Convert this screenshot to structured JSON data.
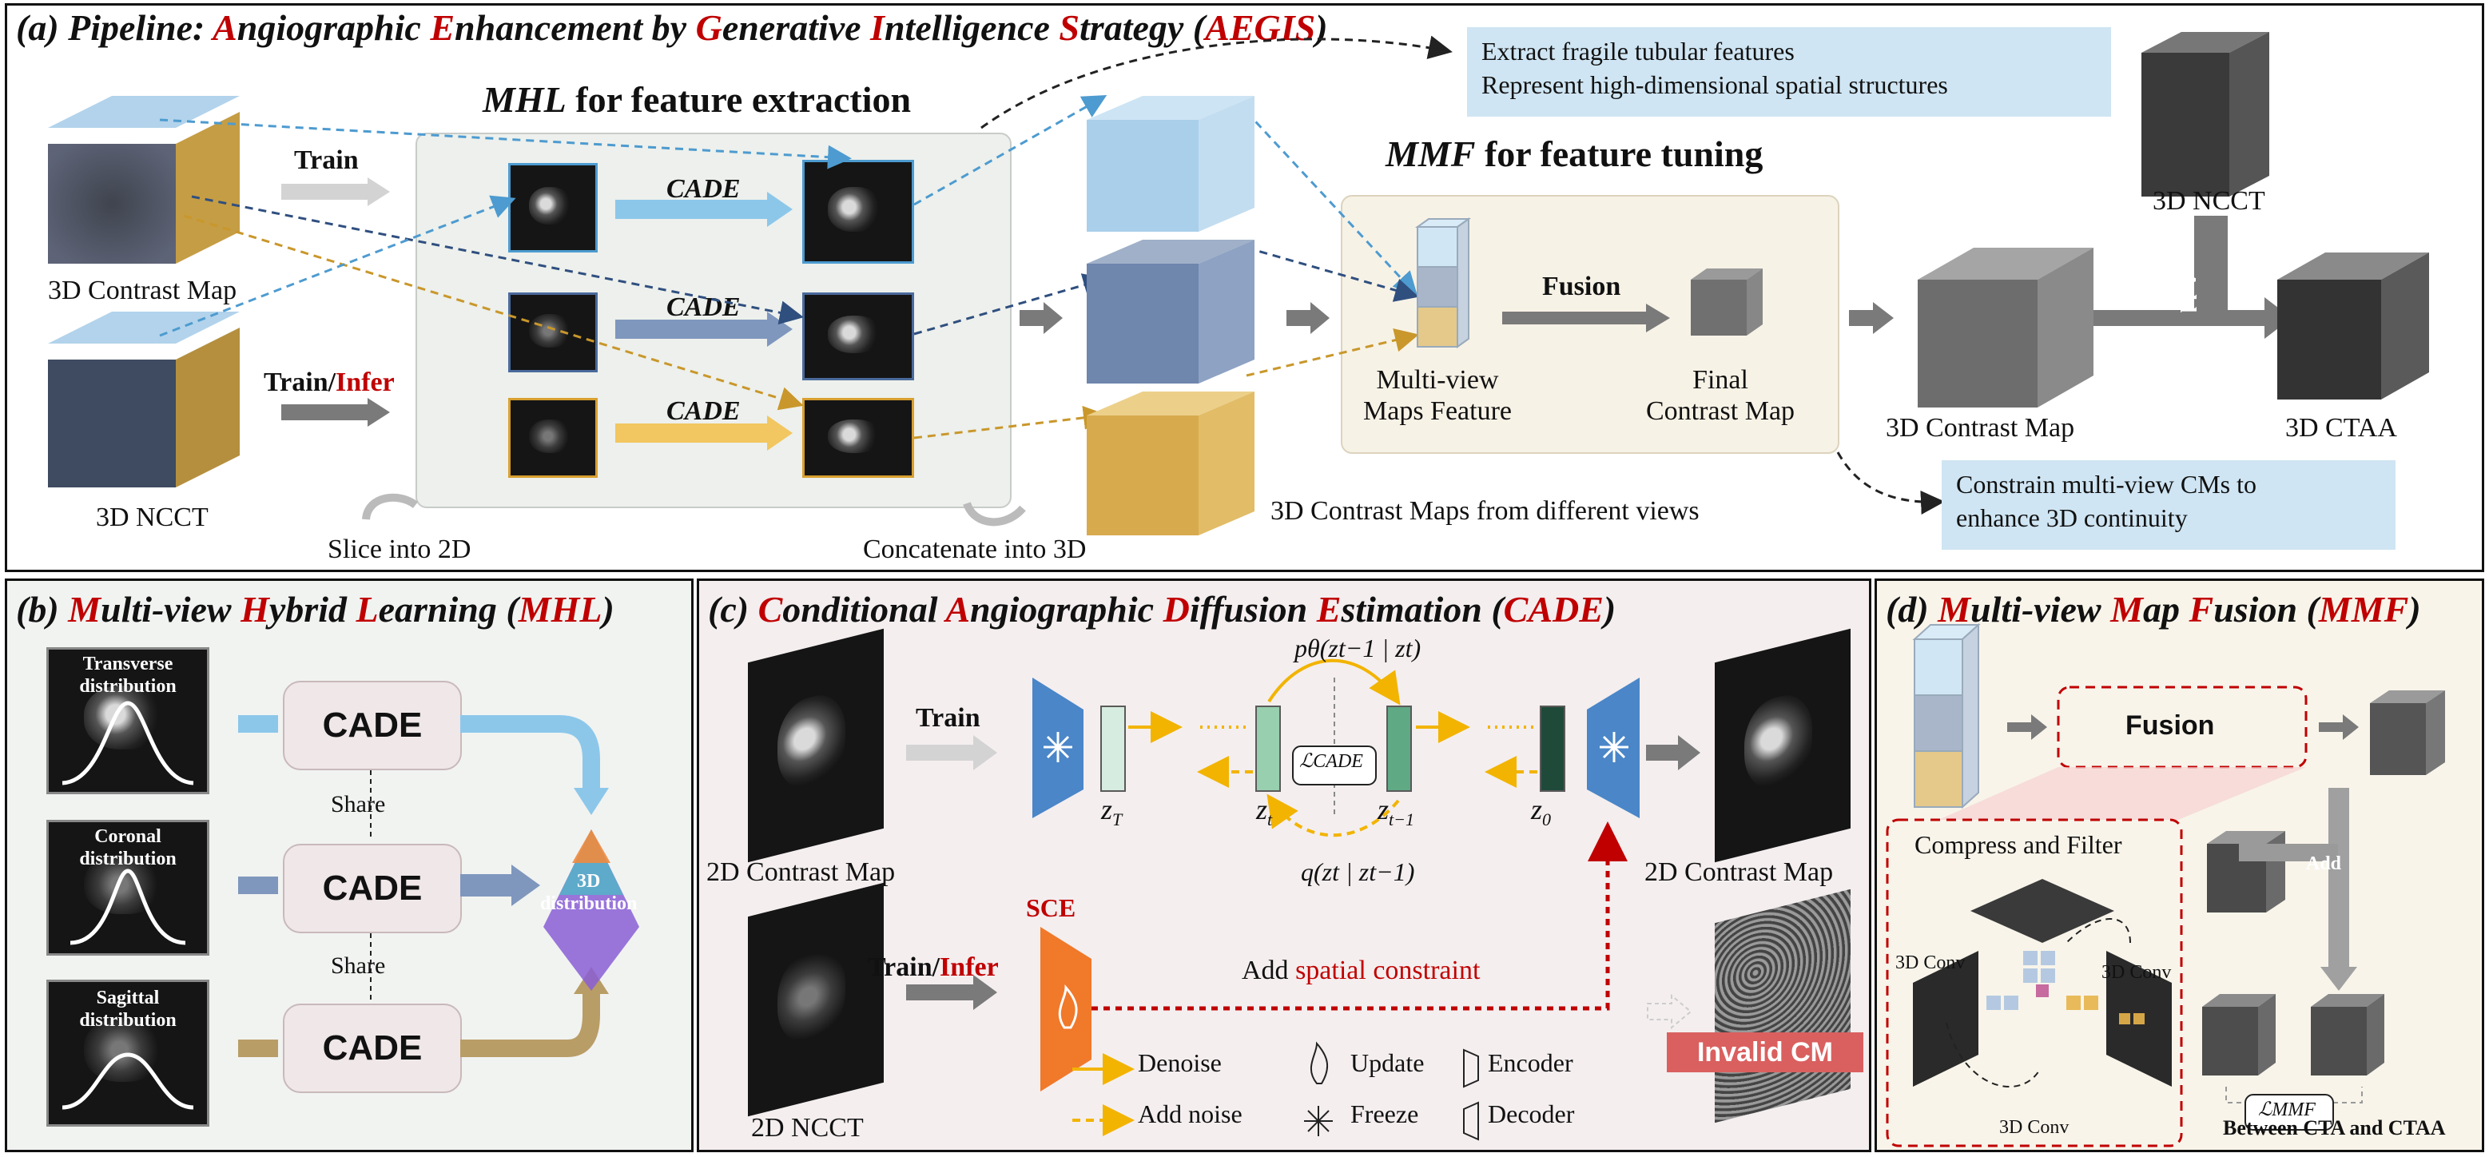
{
  "panel_a": {
    "title_prefix": "(a) Pipeline: ",
    "title_parts": [
      {
        "text": "A",
        "red": true
      },
      {
        "text": "ngiographic ",
        "red": false
      },
      {
        "text": "E",
        "red": true
      },
      {
        "text": "nhancement by ",
        "red": false
      },
      {
        "text": "G",
        "red": true
      },
      {
        "text": "enerative ",
        "red": false
      },
      {
        "text": "I",
        "red": true
      },
      {
        "text": "ntelligence ",
        "red": false
      },
      {
        "text": "S",
        "red": true
      },
      {
        "text": "trategy (",
        "red": false
      },
      {
        "text": "AEGIS",
        "red": true
      },
      {
        "text": ")",
        "red": false
      }
    ],
    "mhl_heading_abbr": "MHL",
    "mhl_heading_rest": " for feature extraction",
    "mmf_heading_abbr": "MMF",
    "mmf_heading_rest": " for feature tuning",
    "train": "Train",
    "train_infer_train": "Train/",
    "train_infer_infer": "Infer",
    "contrast_map_3d": "3D Contrast Map",
    "ncct_3d": "3D NCCT",
    "cade": "CADE",
    "slice_into_2d": "Slice into 2D",
    "concatenate_into_3d": "Concatenate into 3D",
    "maps_from_views": "3D Contrast Maps from different views",
    "fusion": "Fusion",
    "multiview_feature": "Multi-view\nMaps Feature",
    "final_contrast_map": "Final\nContrast Map",
    "contrast_map_3d_right": "3D Contrast Map",
    "ncct_3d_top": "3D NCCT",
    "ctaa_3d": "3D CTAA",
    "add": "Add",
    "callout_top": [
      "Extract fragile tubular features",
      "Represent high-dimensional spatial structures"
    ],
    "callout_bottom": [
      "Constrain multi-view CMs to",
      "enhance 3D continuity"
    ]
  },
  "panel_b": {
    "title": [
      {
        "text": "(b) ",
        "red": false
      },
      {
        "text": "M",
        "red": true
      },
      {
        "text": "ulti-view ",
        "red": false
      },
      {
        "text": "H",
        "red": true
      },
      {
        "text": "ybrid ",
        "red": false
      },
      {
        "text": "L",
        "red": true
      },
      {
        "text": "earning (",
        "red": false
      },
      {
        "text": "MHL",
        "red": true
      },
      {
        "text": ")",
        "red": false
      }
    ],
    "distributions": [
      "Transverse\ndistribution",
      "Coronal\ndistribution",
      "Sagittal\ndistribution"
    ],
    "cade": "CADE",
    "share": "Share",
    "dist3d": "3D\ndistribution"
  },
  "panel_c": {
    "title": [
      {
        "text": "(c) ",
        "red": false
      },
      {
        "text": "C",
        "red": true
      },
      {
        "text": "onditional ",
        "red": false
      },
      {
        "text": "A",
        "red": true
      },
      {
        "text": "ngiographic ",
        "red": false
      },
      {
        "text": "D",
        "red": true
      },
      {
        "text": "iffusion ",
        "red": false
      },
      {
        "text": "E",
        "red": true
      },
      {
        "text": "stimation (",
        "red": false
      },
      {
        "text": "CADE",
        "red": true
      },
      {
        "text": ")",
        "red": false
      }
    ],
    "train": "Train",
    "train_infer_train": "Train/",
    "train_infer_infer": "Infer",
    "contrast_map_2d_left": "2D Contrast Map",
    "contrast_map_2d_right": "2D Contrast Map",
    "ncct_2d": "2D NCCT",
    "sce": "SCE",
    "z_T": "z",
    "z_T_sub": "T",
    "z_t": "z",
    "z_t_sub": "t",
    "z_t1": "z",
    "z_t1_sub": "t−1",
    "z_0": "z",
    "z_0_sub": "0",
    "p_theta": "pθ(zt−1 | zt)",
    "q": "q(zt | zt−1)",
    "loss": "ℒCADE",
    "add_spatial_a": "Add ",
    "add_spatial_b": "spatial constraint",
    "invalid_cm": "Invalid CM",
    "legend": {
      "denoise": "Denoise",
      "add_noise": "Add noise",
      "update": "Update",
      "freeze": "Freeze",
      "encoder": "Encoder",
      "decoder": "Decoder"
    }
  },
  "panel_d": {
    "title": [
      {
        "text": "(d) ",
        "red": false
      },
      {
        "text": "M",
        "red": true
      },
      {
        "text": "ulti-view ",
        "red": false
      },
      {
        "text": "M",
        "red": true
      },
      {
        "text": "ap ",
        "red": false
      },
      {
        "text": "F",
        "red": true
      },
      {
        "text": "usion (",
        "red": false
      },
      {
        "text": "MMF",
        "red": true
      },
      {
        "text": ")",
        "red": false
      }
    ],
    "fusion": "Fusion",
    "compress_filter": "Compress and Filter",
    "conv3d": "3D Conv",
    "add": "Add",
    "loss": "ℒMMF",
    "between": "Between CTA and CTAA"
  },
  "colors": {
    "blue": "#8cc7ea",
    "steel": "#7f97bd",
    "gold": "#e7bb55",
    "gray_arrow": "#7a7a7a",
    "red": "#c00000",
    "callout": "#cfe5f3"
  }
}
